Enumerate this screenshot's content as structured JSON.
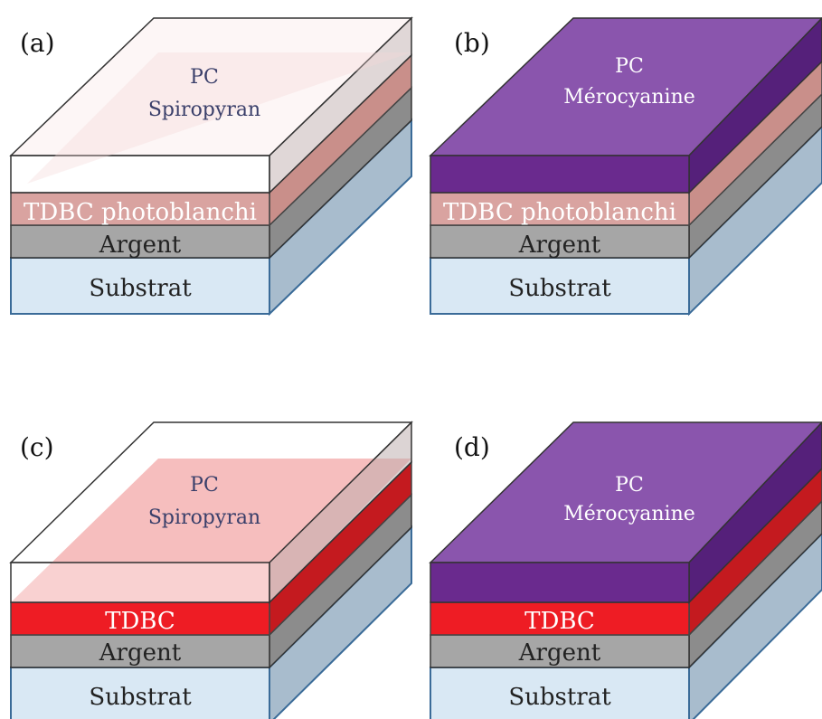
{
  "panels": [
    {
      "id": "a",
      "label": "(a)",
      "top_line1": "PC",
      "top_line2": "Spiropyran",
      "dye_label": "TDBC photoblanchi",
      "metal_label": "Argent",
      "substrate_label": "Substrat"
    },
    {
      "id": "b",
      "label": "(b)",
      "top_line1": "PC",
      "top_line2": "Mérocyanine",
      "dye_label": "TDBC photoblanchi",
      "metal_label": "Argent",
      "substrate_label": "Substrat"
    },
    {
      "id": "c",
      "label": "(c)",
      "top_line1": "PC",
      "top_line2": "Spiropyran",
      "dye_label": "TDBC",
      "metal_label": "Argent",
      "substrate_label": "Substrat"
    },
    {
      "id": "d",
      "label": "(d)",
      "top_line1": "PC",
      "top_line2": "Mérocyanine",
      "dye_label": "TDBC",
      "metal_label": "Argent",
      "substrate_label": "Substrat"
    }
  ],
  "colors": {
    "substrate": "#d9e8f4",
    "substrate_side": "#a8bccd",
    "edge": "#3a6b98",
    "metal": "#a6a6a6",
    "metal_side": "#8c8c8c",
    "tdbc_bleached": "#d9a3a0",
    "tdbc_bleached_side": "#c98f8a",
    "tdbc": "#ee1c24",
    "tdbc_side": "#c41a1f",
    "pc_spiropyran": "#ffffff",
    "pc_merocyanine": "#6a2a8e",
    "pc_merocyanine_top": "#8a55ad"
  }
}
